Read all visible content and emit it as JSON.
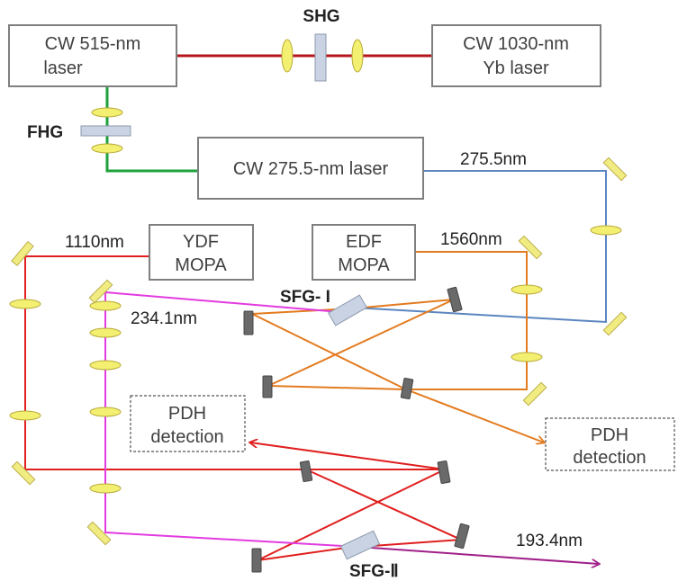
{
  "boxes": {
    "cw515_line1": "CW 515-nm",
    "cw515_line2": "laser",
    "cw1030_line1": "CW 1030-nm",
    "cw1030_line2": "Yb laser",
    "cw275": "CW 275.5-nm laser",
    "ydf_line1": "YDF",
    "ydf_line2": "MOPA",
    "edf_line1": "EDF",
    "edf_line2": "MOPA",
    "pdh1_line1": "PDH",
    "pdh1_line2": "detection",
    "pdh2_line1": "PDH",
    "pdh2_line2": "detection"
  },
  "labels": {
    "shg": "SHG",
    "fhg": "FHG",
    "sfg1": "SFG- I",
    "sfg2": "SFG-Ⅱ",
    "wl_275": "275.5nm",
    "wl_1110": "1110nm",
    "wl_1560": "1560nm",
    "wl_234": "234.1nm",
    "wl_193": "193.4nm"
  },
  "colors": {
    "beam_1030": "#b5151b",
    "beam_515": "#1fa13c",
    "beam_275": "#5b86c0",
    "beam_1110": "#e01f1f",
    "beam_1560": "#e37b1f",
    "beam_234": "#e23be0",
    "beam_193": "#a0208a"
  }
}
